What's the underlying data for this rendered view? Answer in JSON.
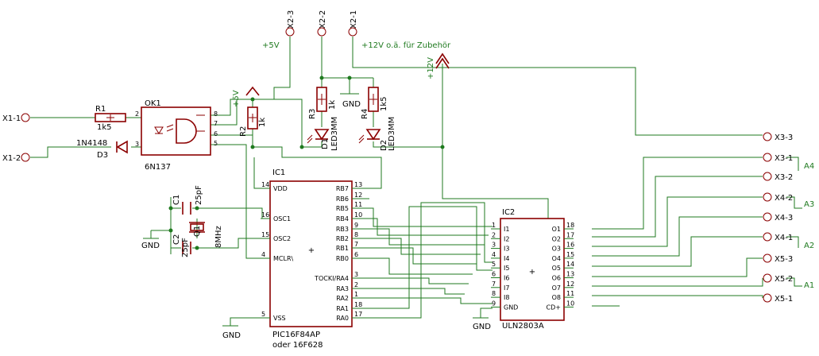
{
  "connectors": {
    "x1_1": "X1-1",
    "x1_2": "X1-2",
    "x2_1": "X2-1",
    "x2_2": "X2-2",
    "x2_3": "X2-3",
    "x3_3": "X3-3",
    "x3_1": "X3-1",
    "x3_2": "X3-2",
    "x4_2": "X4-2",
    "x4_3": "X4-3",
    "x4_1": "X4-1",
    "x5_3": "X5-3",
    "x5_2": "X5-2",
    "x5_1": "X5-1"
  },
  "outputs": {
    "a4": "A4",
    "a3": "A3",
    "a2": "A2",
    "a1": "A1"
  },
  "supplies": {
    "v5_top": "+5V",
    "v5_ok": "+5V",
    "v12_top": "+12V o.ä. für Zubehör",
    "v12": "+12V",
    "gnd_led": "GND",
    "gnd_xtal": "GND",
    "gnd_pic": "GND",
    "gnd_uln": "GND"
  },
  "parts": {
    "r1": "R1",
    "r1_val": "1k5",
    "d3": "D3",
    "d3_val": "1N4148",
    "ok1": "OK1",
    "ok1_val": "6N137",
    "r2": "R2",
    "r2_val": "1k",
    "r3": "R3",
    "r3_val": "1k",
    "r4": "R4",
    "r4_val": "1k5",
    "d1": "D1",
    "d1_val": "LED3MM",
    "d2": "D2",
    "d2_val": "LED3MM",
    "c1": "C1",
    "c1_val": "25pF",
    "c2": "C2",
    "c2_val": "25pF",
    "q1": "Q1",
    "q1_val": "8MHz"
  },
  "ic1": {
    "name": "IC1",
    "value": "PIC16F84AP",
    "alt": "oder 16F628",
    "left_pins": [
      {
        "name": "VDD",
        "num": "14"
      },
      {
        "name": "OSC1",
        "num": "16"
      },
      {
        "name": "OSC2",
        "num": "15"
      },
      {
        "name": "MCLR\\",
        "num": "4"
      },
      {
        "name": "VSS",
        "num": "5"
      }
    ],
    "right_pins": [
      {
        "name": "RB7",
        "num": "13"
      },
      {
        "name": "RB6",
        "num": "12"
      },
      {
        "name": "RB5",
        "num": "11"
      },
      {
        "name": "RB4",
        "num": "10"
      },
      {
        "name": "RB3",
        "num": "9"
      },
      {
        "name": "RB2",
        "num": "8"
      },
      {
        "name": "RB1",
        "num": "7"
      },
      {
        "name": "RB0",
        "num": "6"
      },
      {
        "name": "TOCKI/RA4",
        "num": "3"
      },
      {
        "name": "RA3",
        "num": "2"
      },
      {
        "name": "RA2",
        "num": "1"
      },
      {
        "name": "RA1",
        "num": "18"
      },
      {
        "name": "RA0",
        "num": "17"
      }
    ]
  },
  "ic2": {
    "name": "IC2",
    "value": "ULN2803A",
    "left_pins": [
      {
        "name": "I1",
        "num": "1"
      },
      {
        "name": "I2",
        "num": "2"
      },
      {
        "name": "I3",
        "num": "3"
      },
      {
        "name": "I4",
        "num": "4"
      },
      {
        "name": "I5",
        "num": "5"
      },
      {
        "name": "I6",
        "num": "6"
      },
      {
        "name": "I7",
        "num": "7"
      },
      {
        "name": "I8",
        "num": "8"
      },
      {
        "name": "GND",
        "num": "9"
      }
    ],
    "right_pins": [
      {
        "name": "O1",
        "num": "18"
      },
      {
        "name": "O2",
        "num": "17"
      },
      {
        "name": "O3",
        "num": "16"
      },
      {
        "name": "O4",
        "num": "15"
      },
      {
        "name": "O5",
        "num": "14"
      },
      {
        "name": "O6",
        "num": "13"
      },
      {
        "name": "O7",
        "num": "12"
      },
      {
        "name": "O8",
        "num": "11"
      },
      {
        "name": "CD+",
        "num": "10"
      }
    ]
  },
  "ok1_pins": {
    "p2": "2",
    "p3": "3",
    "p8": "8",
    "p7": "7",
    "p6": "6",
    "p5": "5"
  }
}
